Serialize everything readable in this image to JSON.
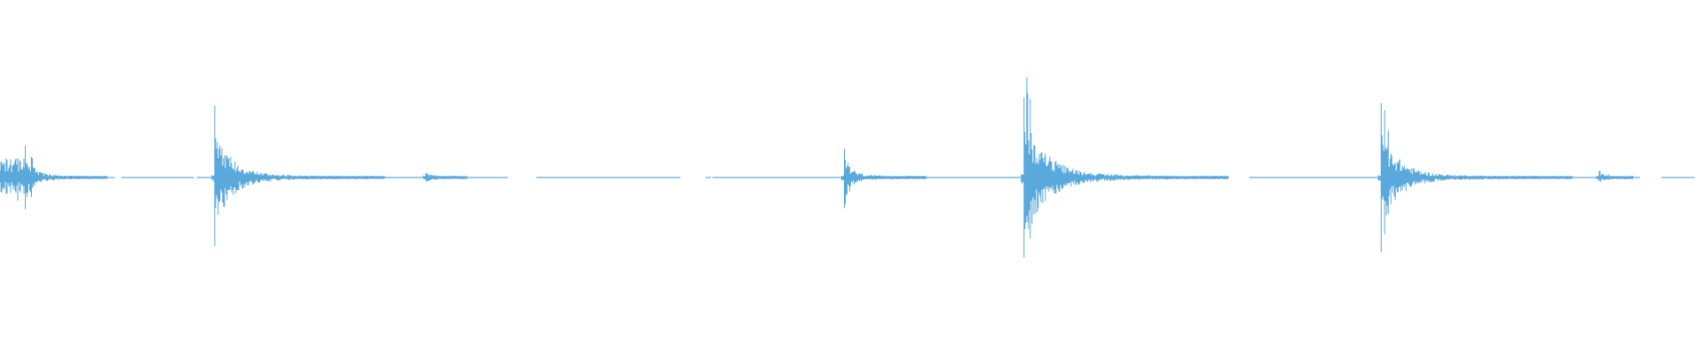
{
  "waveform": {
    "color": "#5aa9dd",
    "baseline_segments": [
      [
        0.0,
        0.0675
      ],
      [
        0.0712,
        0.1138
      ],
      [
        0.1155,
        0.2655
      ],
      [
        0.2667,
        0.298
      ],
      [
        0.3148,
        0.3992
      ],
      [
        0.4141,
        0.4172
      ],
      [
        0.418,
        0.7072
      ],
      [
        0.7111,
        0.721
      ],
      [
        0.733,
        0.9085
      ],
      [
        0.91,
        0.9415
      ],
      [
        0.943,
        0.9625
      ],
      [
        0.975,
        0.9945
      ]
    ],
    "events": [
      {
        "t": 0.0148,
        "peak_up": 0.4,
        "peak_down": 0.4,
        "decay": 0.012,
        "noise": 0.1
      },
      {
        "t": 0.126,
        "peak_up": 0.9,
        "peak_down": 0.86,
        "decay": 0.025,
        "noise": 0.18
      },
      {
        "t": 0.25,
        "peak_up": 0.03,
        "peak_down": 0.03,
        "decay": 0.006,
        "noise": 0.02
      },
      {
        "t": 0.4955,
        "peak_up": 0.36,
        "peak_down": 0.38,
        "decay": 0.012,
        "noise": 0.06
      },
      {
        "t": 0.601,
        "peak_up": 1.0,
        "peak_down": 1.0,
        "decay": 0.03,
        "noise": 0.3
      },
      {
        "t": 0.8105,
        "peak_up": 0.93,
        "peak_down": 0.93,
        "decay": 0.028,
        "noise": 0.12
      },
      {
        "t": 0.9385,
        "peak_up": 0.04,
        "peak_down": 0.04,
        "decay": 0.005,
        "noise": 0.03
      }
    ]
  }
}
